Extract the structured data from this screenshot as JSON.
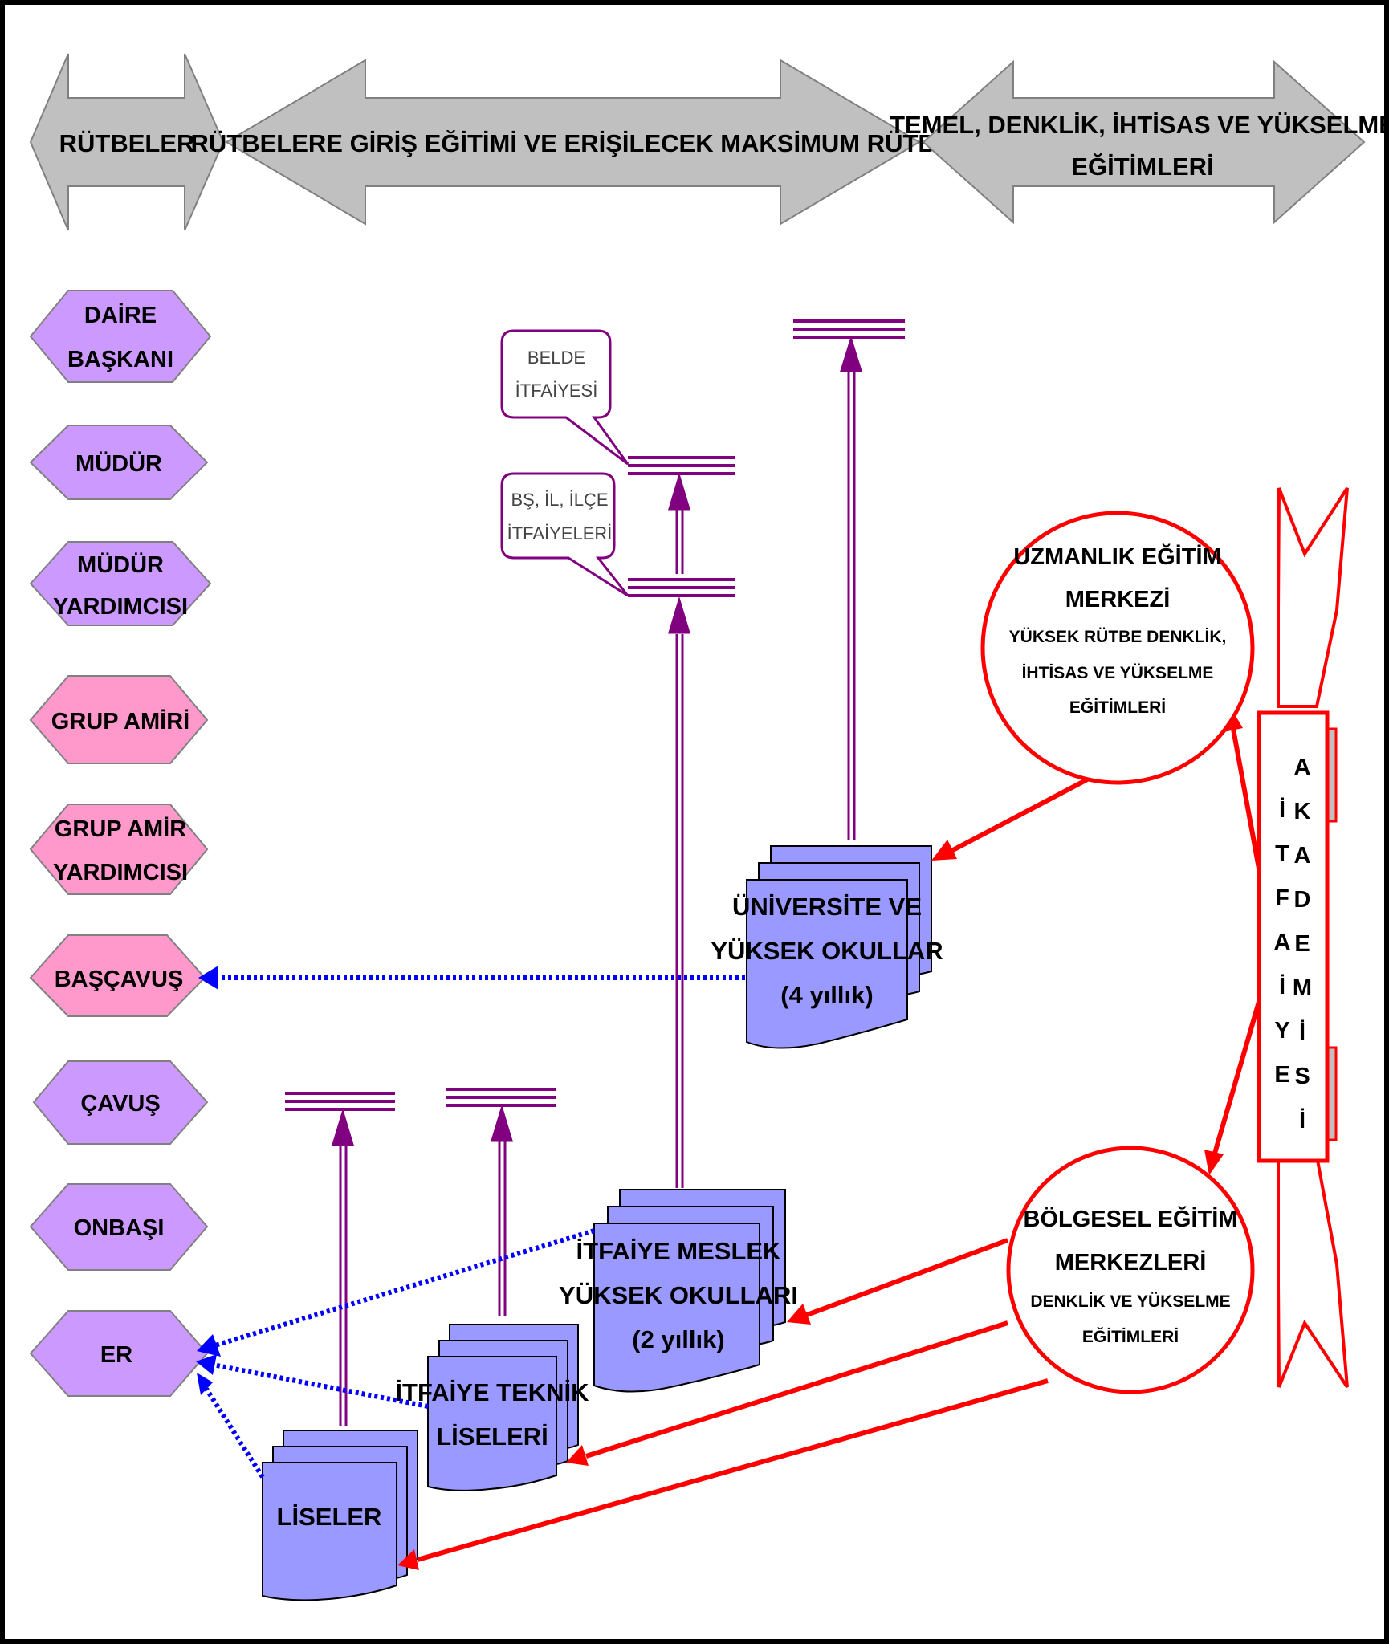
{
  "headers": {
    "ranks": "RÜTBELER",
    "entry": "RÜTBELERE GİRİŞ EĞİTİMİ VE ERİŞİLECEK MAKSİMUM RÜTBE",
    "training_line1": "TEMEL, DENKLİK,  İHTİSAS VE YÜKSELME",
    "training_line2": "EĞİTİMLERİ"
  },
  "ranks": [
    {
      "line1": "DAİRE",
      "line2": "BAŞKANI",
      "color": "#cc99ff"
    },
    {
      "line1": "MÜDÜR",
      "line2": "",
      "color": "#cc99ff"
    },
    {
      "line1": "MÜDÜR",
      "line2": "YARDIMCISI",
      "color": "#cc99ff"
    },
    {
      "line1": "GRUP AMİRİ",
      "line2": "",
      "color": "#ff99cc"
    },
    {
      "line1": "GRUP AMİR",
      "line2": "YARDIMCISI",
      "color": "#ff99cc"
    },
    {
      "line1": "BAŞÇAVUŞ",
      "line2": "",
      "color": "#ff99cc"
    },
    {
      "line1": "ÇAVUŞ",
      "line2": "",
      "color": "#cc99ff"
    },
    {
      "line1": "ONBAŞI",
      "line2": "",
      "color": "#cc99ff"
    },
    {
      "line1": "ER",
      "line2": "",
      "color": "#cc99ff"
    }
  ],
  "schools": {
    "university": {
      "line1": "ÜNİVERSİTE VE",
      "line2": "YÜKSEK OKULLAR",
      "line3": "(4 yıllık)"
    },
    "vocational": {
      "line1": "İTFAİYE MESLEK",
      "line2": "YÜKSEK OKULLARI",
      "line3": "(2 yıllık)"
    },
    "technical": {
      "line1": "İTFAİYE TEKNİK",
      "line2": "LİSELERİ"
    },
    "highschool": {
      "line1": "LİSELER"
    }
  },
  "callouts": {
    "belde": {
      "line1": "BELDE",
      "line2": "İTFAİYESİ"
    },
    "bs": {
      "line1": "BŞ, İL, İLÇE",
      "line2": "İTFAİYELERİ"
    }
  },
  "centers": {
    "uzmanlik": {
      "line1": "UZMANLIK EĞİTİM",
      "line2": "MERKEZİ",
      "line3": "YÜKSEK RÜTBE DENKLİK,",
      "line4": "İHTİSAS VE YÜKSELME",
      "line5": "EĞİTİMLERİ"
    },
    "bolgesel": {
      "line1": "BÖLGESEL EĞİTİM",
      "line2": "MERKEZLERİ",
      "line3": "DENKLİK VE YÜKSELME",
      "line4": "EĞİTİMLERİ"
    }
  },
  "academy": {
    "col1": [
      "İ",
      "T",
      "F",
      "A",
      "İ",
      "Y",
      "E"
    ],
    "col2": [
      "A",
      "K",
      "A",
      "D",
      "E",
      "M",
      "İ",
      "S",
      "İ"
    ]
  },
  "colors": {
    "header_arrow": "#c0c0c0",
    "document": "#9999ff",
    "purple_line": "#800080",
    "red": "#ff0000",
    "blue_dotted": "#0000ff",
    "callout_border": "#800080"
  }
}
